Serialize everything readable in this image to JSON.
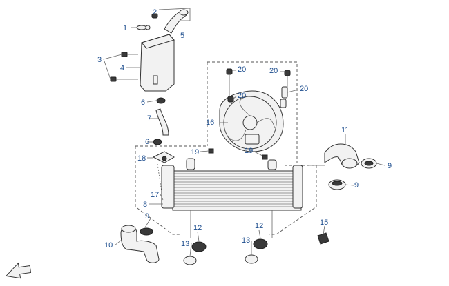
{
  "callouts": [
    "1",
    "2",
    "3",
    "4",
    "5",
    "6",
    "6",
    "7",
    "8",
    "9",
    "9",
    "9",
    "10",
    "11",
    "12",
    "12",
    "13",
    "13",
    "15",
    "16",
    "17",
    "18",
    "19",
    "19",
    "20",
    "20",
    "20",
    "20"
  ],
  "colors": {
    "callout_text": "#1f4f8f",
    "line": "#333333",
    "part_fill": "#f2f2f2",
    "dark_part": "#3a3a3a"
  },
  "icons": {
    "front_arrow": "front-direction-arrow-icon"
  }
}
